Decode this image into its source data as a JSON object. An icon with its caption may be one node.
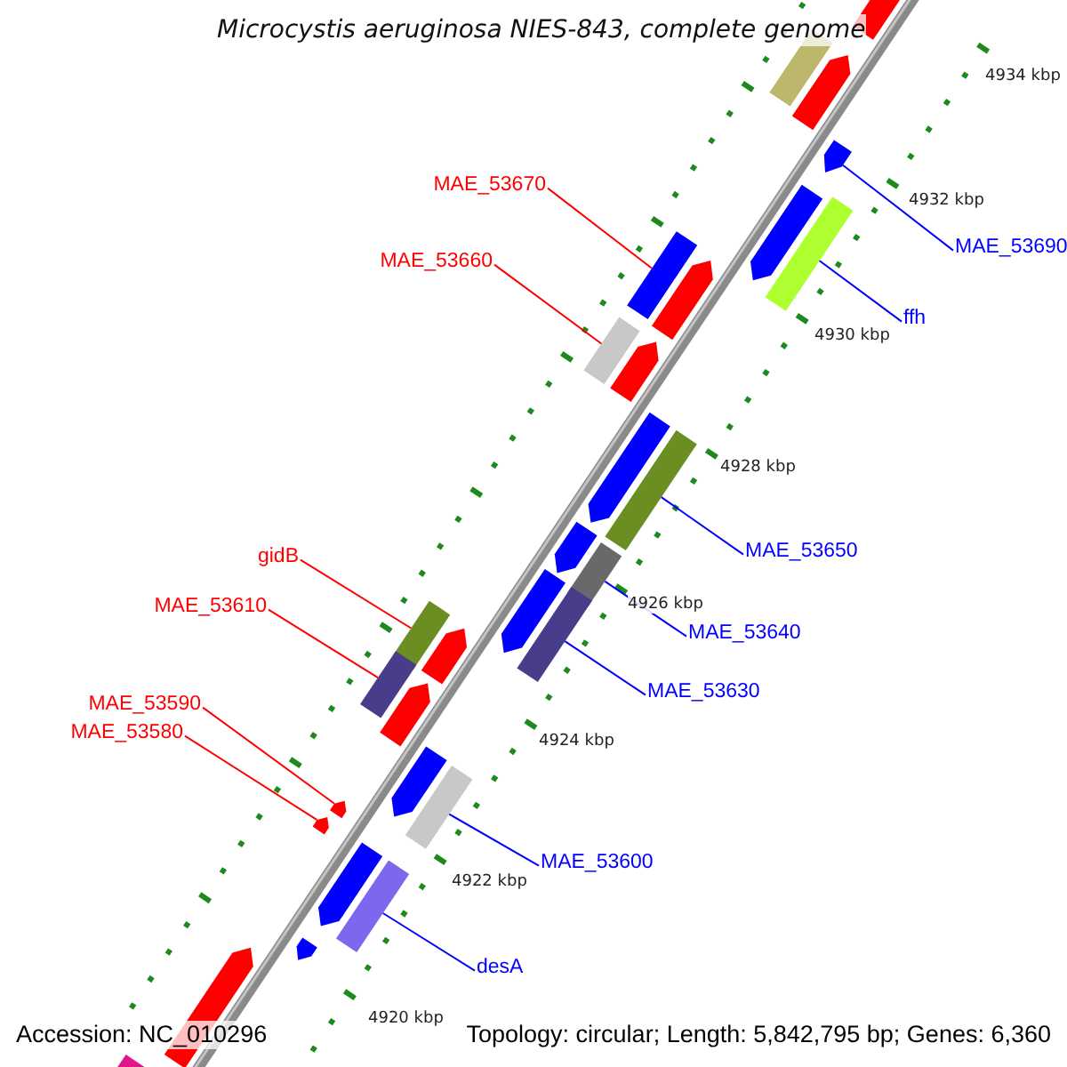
{
  "diagram": {
    "title": "Microcystis aeruginosa NIES-843, complete genome",
    "nodes": [
      {
        "text": [
          "MAE_53670"
        ]
      },
      {
        "text": [
          "MAE_53690"
        ]
      },
      {
        "text": [
          "MAE_53660"
        ]
      },
      {
        "text": [
          "ffh"
        ]
      },
      {
        "text": [
          "MAE_53650"
        ]
      },
      {
        "text": [
          "gidB"
        ]
      },
      {
        "text": [
          "MAE_53610"
        ]
      },
      {
        "text": [
          "MAE_53640"
        ]
      },
      {
        "text": [
          "MAE_53630"
        ]
      },
      {
        "text": [
          "MAE_53590"
        ]
      },
      {
        "text": [
          "MAE_53580"
        ]
      },
      {
        "text": [
          "MAE_53600"
        ]
      },
      {
        "text": [
          "desA"
        ]
      },
      {
        "text": [],
        "shape": "bar"
      },
      {
        "text": [],
        "shape": "arrow"
      },
      {
        "text": [],
        "shape": "bar"
      },
      {
        "text": [],
        "shape": "bar"
      },
      {
        "text": [],
        "shape": "bar"
      },
      {
        "text": [],
        "shape": "bar"
      },
      {
        "text": [],
        "shape": "bar"
      },
      {
        "text": [],
        "shape": "bar"
      },
      {
        "text": [],
        "shape": "bar"
      },
      {
        "text": [],
        "shape": "arrow"
      },
      {
        "text": [],
        "shape": "arrow"
      },
      {
        "text": [],
        "shape": "bar"
      },
      {
        "text": [],
        "shape": "bar"
      }
    ],
    "edges": [
      {
        "from": 0,
        "to": 13,
        "arrow": "none",
        "color": "#ff0000"
      },
      {
        "from": 1,
        "to": 14,
        "arrow": "none"
      },
      {
        "from": 2,
        "to": 15,
        "arrow": "none",
        "color": "#ff0000"
      },
      {
        "from": 3,
        "to": 16,
        "arrow": "none"
      },
      {
        "from": 4,
        "to": 17,
        "arrow": "none"
      },
      {
        "from": 5,
        "to": 18,
        "arrow": "none",
        "color": "#ff0000"
      },
      {
        "from": 6,
        "to": 19,
        "arrow": "none",
        "color": "#ff0000"
      },
      {
        "from": 7,
        "to": 20,
        "arrow": "none"
      },
      {
        "from": 8,
        "to": 21,
        "arrow": "none"
      },
      {
        "from": 9,
        "to": 22,
        "arrow": "none",
        "color": "#ff0000"
      },
      {
        "from": 10,
        "to": 23,
        "arrow": "none",
        "color": "#ff0000"
      },
      {
        "from": 11,
        "to": 24,
        "arrow": "none"
      },
      {
        "from": 12,
        "to": 25,
        "arrow": "none"
      }
    ],
    "labels": [
      "4934 kbp",
      "4932 kbp",
      "4930 kbp",
      "4928 kbp",
      "4926 kbp",
      "4924 kbp",
      "4922 kbp",
      "4920 kbp",
      "Accession: NC_010296",
      "Topology: circular; Length: 5,842,795 bp; Genes: 6,360"
    ]
  }
}
